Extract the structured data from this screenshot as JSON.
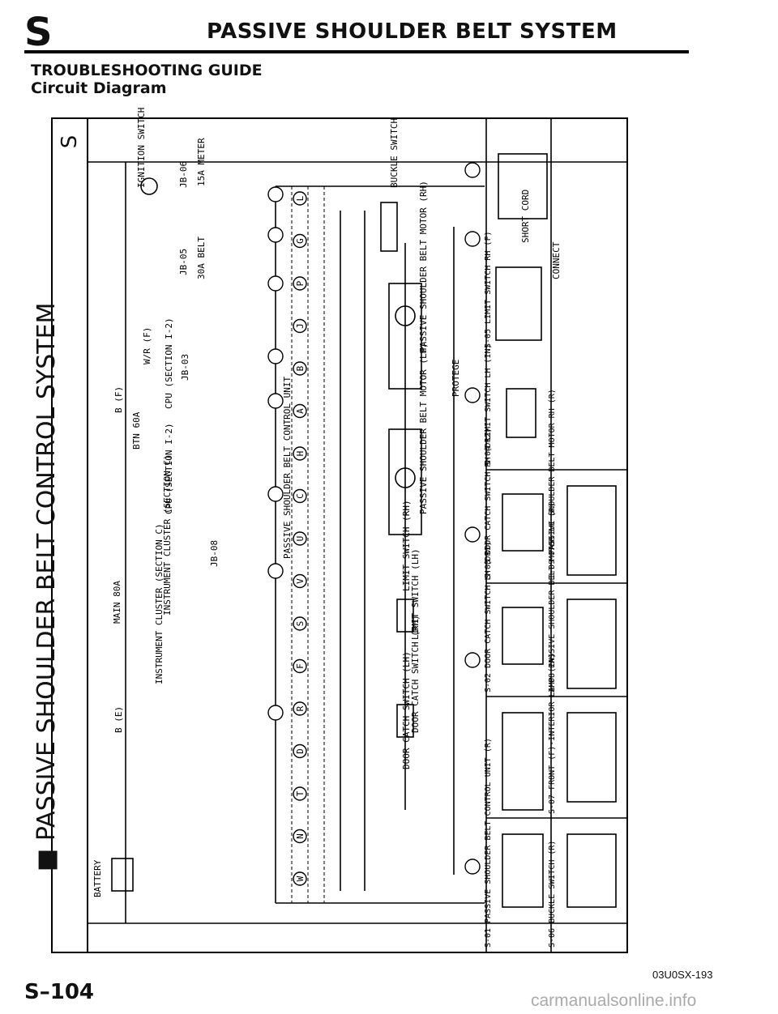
{
  "header": {
    "section_letter": "S",
    "title": "PASSIVE SHOULDER BELT SYSTEM"
  },
  "section": {
    "title": "TROUBLESHOOTING GUIDE",
    "subtitle": "Circuit Diagram"
  },
  "diagram": {
    "title": "■ PASSIVE SHOULDER BELT CONTROL SYSTEM",
    "side_letter": "S",
    "labels": {
      "battery": "BATTERY",
      "main": "MAIN 80A",
      "btn": "BTN 60A",
      "ignition": "IGNITION SWITCH",
      "meter": "15A METER",
      "belt": "30A BELT",
      "jb06": "JB-06",
      "jb05": "JB-05",
      "jb03": "JB-03",
      "jb08": "JB-08",
      "cpu1": "CPU (SECTION I-2)",
      "cpu2": "CPU (SECTION I-2)",
      "inst1": "INSTRUMENT CLUSTER (SECTION C)",
      "inst2": "INSTRUMENT CLUSTER (SECTION C)",
      "unit": "PASSIVE SHOULDER BELT CONTROL UNIT",
      "motor_rh": "PASSIVE SHOULDER BELT MOTOR (RH)",
      "motor_lh": "PASSIVE SHOULDER BELT MOTOR (LH)",
      "buckle": "BUCKLE SWITCH",
      "limit_lh": "LIMIT SWITCH (LH)",
      "limit_rh": "LIMIT SWITCH (RH)",
      "door_lh": "DOOR CATCH SWITCH (LH)",
      "door_rh": "DOOR CATCH SWITCH (RH)",
      "protege": "PROTEGE",
      "short_cord": "SHORT CORD",
      "connect": "CONNECT",
      "wire_b": "B (E)",
      "wire_bf": "B (F)",
      "wire_wr": "W/R (F)"
    },
    "pins": [
      "W",
      "N",
      "T",
      "D",
      "R",
      "F",
      "S",
      "V",
      "U",
      "C",
      "H",
      "A",
      "B",
      "J",
      "P",
      "G",
      "L"
    ],
    "connectors": {
      "c01": "S-01 PASSIVE SHOULDER BELT CONTROL UNIT (R)",
      "c02": "S-02 DOOR CATCH SWITCH LH (DR1)",
      "c03": "S-03 DOOR CATCH SWITCH RH (DR2)",
      "c04": "S-04 LIMIT SWITCH LH (IN)",
      "c05": "S-05 LIMIT SWITCH RH (F)",
      "c06": "S-06 BUCKLE SWITCH (R)",
      "c07": "S-07 FRONT (F)-INTERIOR LAMP (IN)",
      "c08": "I-08 PASSIVE SHOULDER BELT MOTOR LH (R)",
      "c09": "I-09 PASSIVE SHOULDER BELT MOTOR RH (R)"
    }
  },
  "footer": {
    "page_number": "S–104",
    "code": "03U0SX-193",
    "watermark": "carmanualsonline.info"
  }
}
